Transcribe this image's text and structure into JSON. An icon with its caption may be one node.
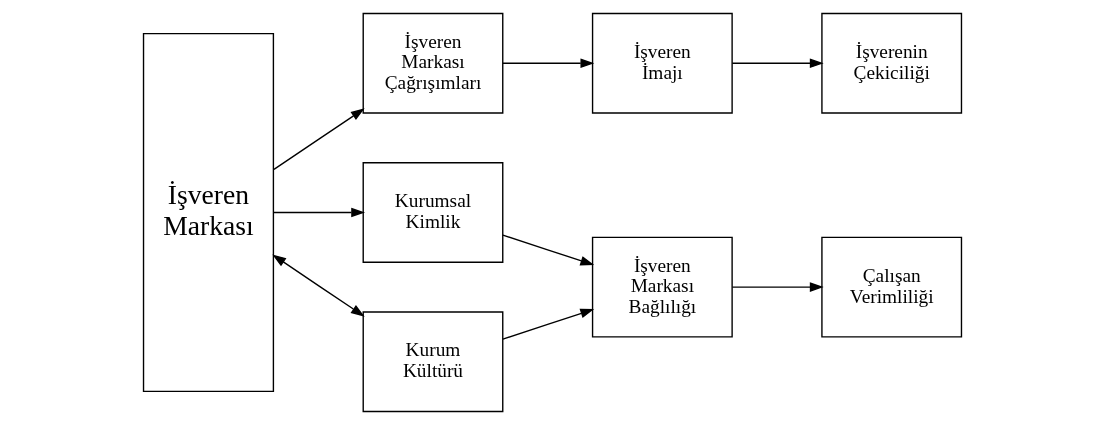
{
  "diagram": {
    "nodes": [
      {
        "text": [
          "İşveren Markası"
        ]
      },
      {
        "text": [
          "İşveren Markası Çağrışımları"
        ]
      },
      {
        "text": [
          "İşveren İmajı"
        ]
      },
      {
        "text": [
          "İşverenin Çekiciliği"
        ]
      },
      {
        "text": [
          "Kurumsal Kimlik"
        ]
      },
      {
        "text": [
          "Kurum Kültürü"
        ]
      },
      {
        "text": [
          "İşveren Markası Bağlılığı"
        ]
      },
      {
        "text": [
          "Çalışan Verimliliği"
        ]
      }
    ],
    "edges": [
      {
        "from": 0,
        "to": 1,
        "arrow": "to"
      },
      {
        "from": 1,
        "to": 2,
        "arrow": "to"
      },
      {
        "from": 2,
        "to": 3,
        "arrow": "to"
      },
      {
        "from": 0,
        "to": 4,
        "arrow": "to"
      },
      {
        "from": 0,
        "to": 5,
        "arrow": "both"
      },
      {
        "from": 4,
        "to": 6,
        "arrow": "to"
      },
      {
        "from": 5,
        "to": 6,
        "arrow": "to"
      },
      {
        "from": 6,
        "to": 7,
        "arrow": "to"
      }
    ]
  }
}
